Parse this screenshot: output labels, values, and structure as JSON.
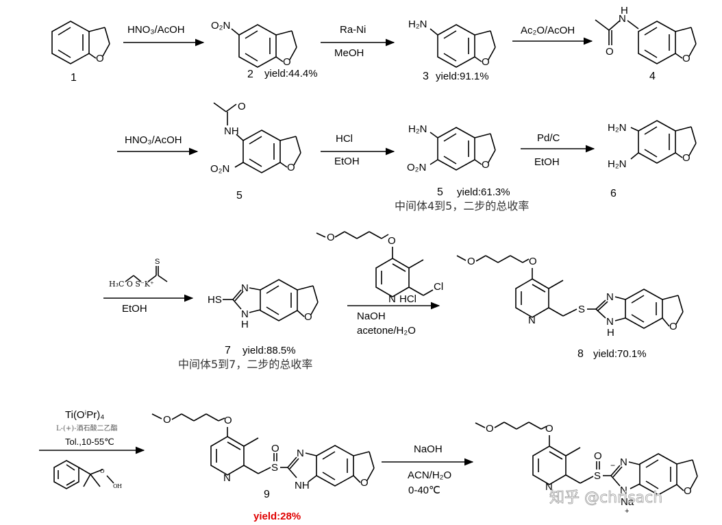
{
  "row1": {
    "arrow1": {
      "top": "HNO₃/AcOH"
    },
    "arrow2": {
      "top": "Ra-Ni",
      "bottom": "MeOH"
    },
    "arrow3": {
      "top": "Ac₂O/AcOH"
    },
    "c1": {
      "num": "1"
    },
    "c2": {
      "num": "2",
      "yield": "yield:44.4%",
      "sub": "O₂N"
    },
    "c3": {
      "num": "3",
      "yield": "yield:91.1%",
      "sub": "H₂N"
    },
    "c4": {
      "num": "4"
    }
  },
  "row2": {
    "arrow1": {
      "top": "HNO₃/AcOH"
    },
    "arrow2": {
      "top": "HCl",
      "bottom": "EtOH"
    },
    "arrow3": {
      "top": "Pd/C",
      "bottom": "EtOH"
    },
    "c5a": {
      "num": "5"
    },
    "c5b": {
      "num": "5",
      "yield": "yield:61.3%",
      "note": "中间体4到5，二步的总收率"
    },
    "c6": {
      "num": "6"
    }
  },
  "row3": {
    "arrow1": {
      "reagent": "H₃C  O  S⁻K⁺",
      "bottom": "EtOH"
    },
    "arrow2": {
      "bottom1": "NaOH",
      "bottom2": "acetone/H₂O",
      "salt": "HCl"
    },
    "c7": {
      "num": "7",
      "yield": "yield:88.5%",
      "note": "中间体5到7，二步的总收率"
    },
    "c8": {
      "num": "8",
      "yield": "yield:70.1%"
    }
  },
  "row4": {
    "arrow1": {
      "line1": "Ti(OⁱPr)₄",
      "line2": "L-(+)-酒石酸二乙酯",
      "line3": "Tol.,10-55℃"
    },
    "arrow2": {
      "top": "NaOH",
      "bottom1": "ACN/H₂O",
      "bottom2": "0-40℃"
    },
    "c9": {
      "num": "9",
      "yield": "yield:28%"
    },
    "watermark": "知乎 @chrisach"
  },
  "atoms": {
    "O": "O",
    "N": "N",
    "H": "H",
    "S": "S",
    "Cl": "Cl",
    "NH": "NH",
    "SH": "HS",
    "Na": "Na",
    "plus": "+",
    "minus": "−"
  },
  "colors": {
    "yield_highlight": "#e00000",
    "text": "#000000"
  }
}
